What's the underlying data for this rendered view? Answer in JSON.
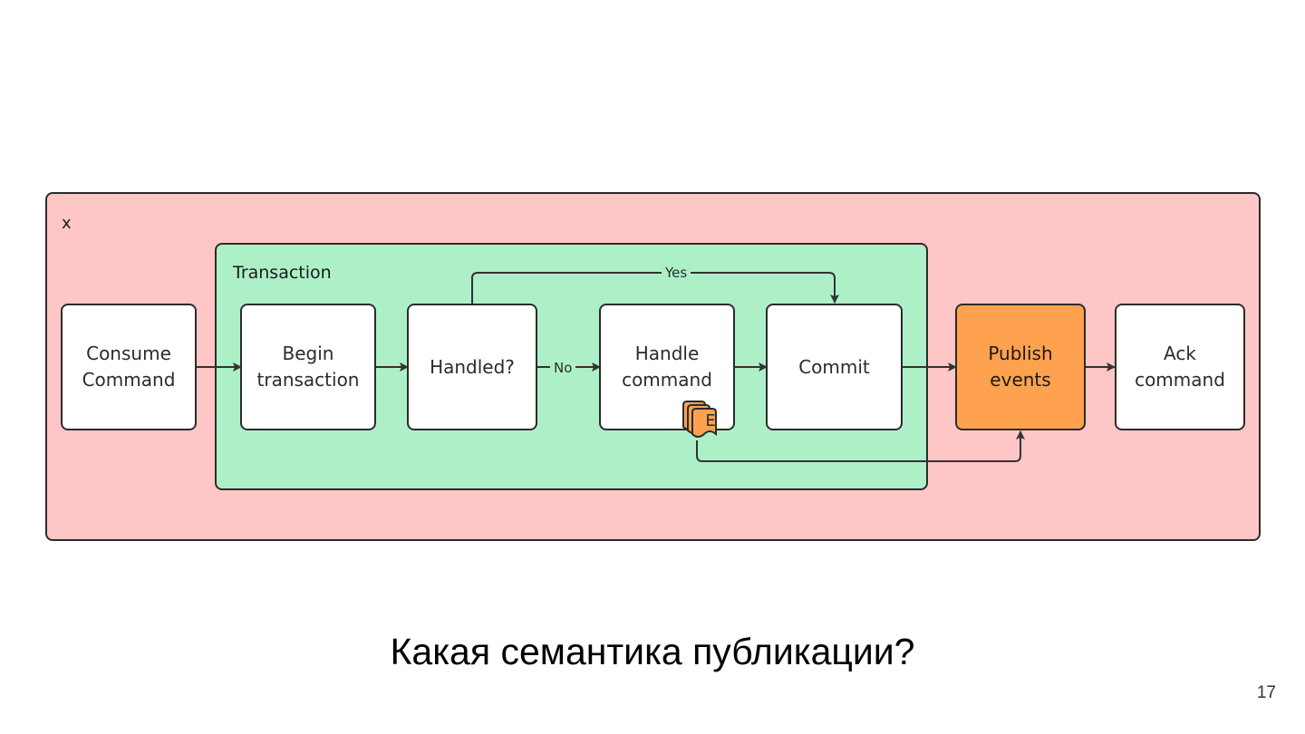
{
  "diagram": {
    "outer_label": "x",
    "transaction_label": "Transaction",
    "nodes": {
      "consume": "Consume\nCommand",
      "begin": "Begin\ntransaction",
      "handled": "Handled?",
      "handle": "Handle\ncommand",
      "commit": "Commit",
      "publish": "Publish\nevents",
      "ack": "Ack\ncommand"
    },
    "edge_labels": {
      "yes": "Yes",
      "no": "No"
    },
    "event_marker": "E",
    "colors": {
      "outer_fill": "#ffc6c6",
      "transaction_fill": "#adf0c8",
      "accent": "#ffa24f",
      "stroke": "#2b2b2b"
    }
  },
  "slide": {
    "question": "Какая семантика публикации?",
    "page_number": "17"
  }
}
